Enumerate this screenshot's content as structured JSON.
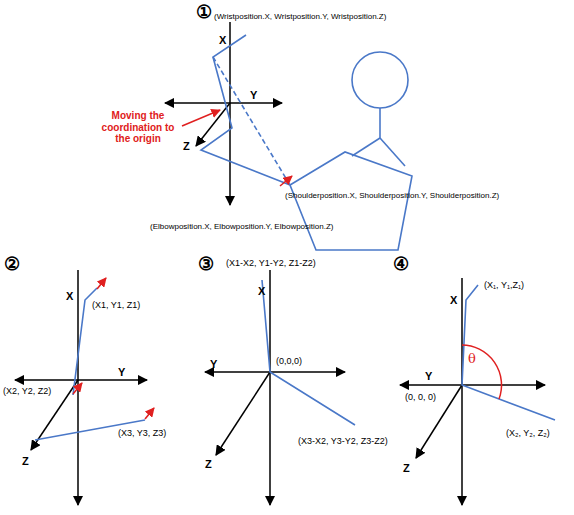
{
  "diagram": {
    "labels": [
      "①",
      "(Wristposition.X, Wristposition.Y, Wristposition.Z)",
      "X",
      "Y",
      "Z",
      "Moving the coordination to the origin",
      "(Shoulderposition.X, Shoulderposition.Y, Shoulderposition.Z)",
      "(Elbowposition.X, Elbowposition.Y, Elbowposition.Z)",
      "②",
      "X",
      "Y",
      "Z",
      "(X1, Y1, Z1)",
      "(X2, Y2, Z2)",
      "(X3, Y3, Z3)",
      "③",
      "X",
      "Y",
      "Z",
      "(X1-X2, Y1-Y2, Z1-Z2)",
      "(0,0,0)",
      "(X3-X2, Y3-Y2, Z3-Z2)",
      "④",
      "X",
      "Y",
      "Z",
      "(X₁, Y₁,Z₁)",
      "(0, 0, 0)",
      "(X₂, Y₂, Z₂)",
      "θ"
    ]
  }
}
